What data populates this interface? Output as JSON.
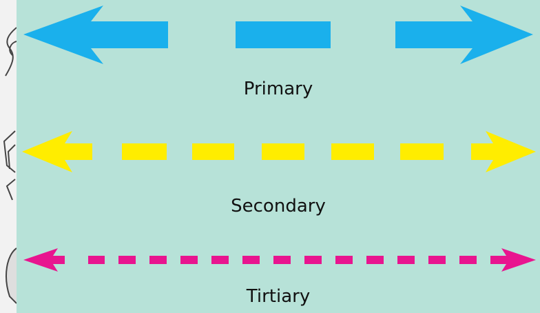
{
  "legend": {
    "items": [
      {
        "label": "Primary",
        "color": "#1ab0ec"
      },
      {
        "label": "Secondary",
        "color": "#ffed00"
      },
      {
        "label": "Tirtiary",
        "color": "#e8158f"
      }
    ]
  },
  "colors": {
    "panel_background": "#b7e2d8",
    "left_strip": "#f2f2f2",
    "label_text": "#111111"
  },
  "icons": [
    "double-arrow-icon"
  ]
}
